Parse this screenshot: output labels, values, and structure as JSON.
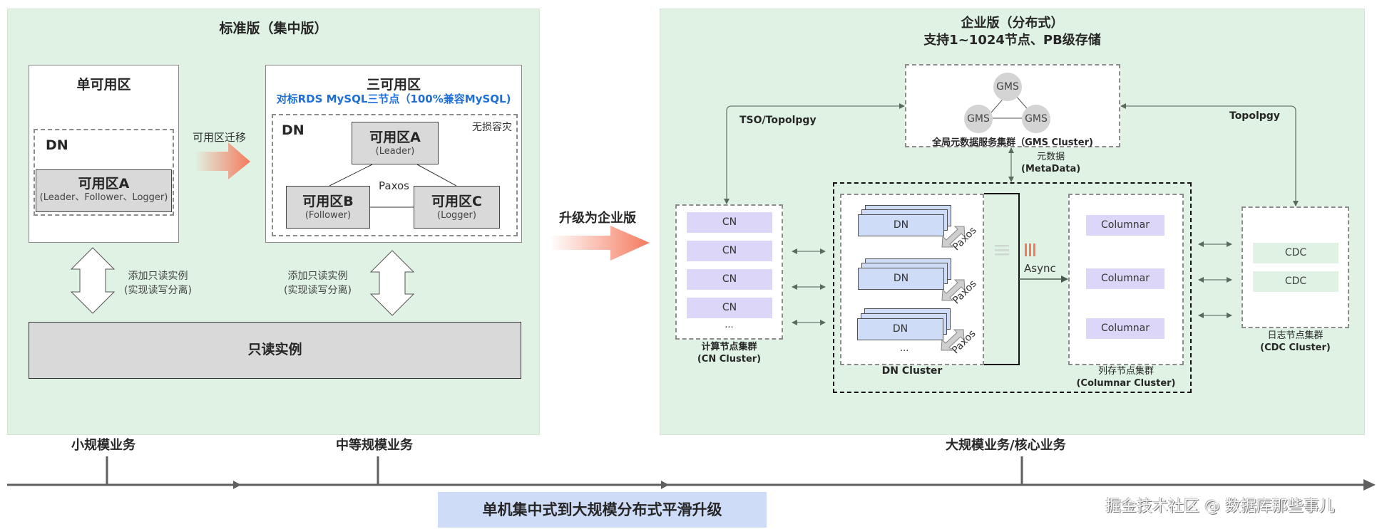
{
  "standard_edition": {
    "title": "标准版（集中版）",
    "single_az": {
      "title": "单可用区",
      "dn_label": "DN",
      "node": {
        "title": "可用区A",
        "roles": "(Leader、Follower、Logger)"
      }
    },
    "migration_label": "可用区迁移",
    "three_az": {
      "title": "三可用区",
      "subtitle": "对标RDS MySQL三节点（100%兼容MySQL)",
      "dn_label": "DN",
      "tag": "无损容灾",
      "protocol": "Paxos",
      "nodes": [
        {
          "title": "可用区A",
          "role": "(Leader)"
        },
        {
          "title": "可用区B",
          "role": "(Follower)"
        },
        {
          "title": "可用区C",
          "role": "(Logger)"
        }
      ]
    },
    "readonly_note_left": {
      "line1": "添加只读实例",
      "line2": "(实现读写分离)"
    },
    "readonly_note_right": {
      "line1": "添加只读实例",
      "line2": "(实现读写分离)"
    },
    "readonly_instance": "只读实例"
  },
  "upgrade_label": "升级为企业版",
  "enterprise_edition": {
    "title_line1": "企业版（分布式）",
    "title_line2": "支持1~1024节点、PB级存储",
    "gms": {
      "nodes": [
        "GMS",
        "GMS",
        "GMS"
      ],
      "caption": "全局元数据服务集群（GMS Cluster)"
    },
    "tso_label": "TSO/Topolpgy",
    "topology_label": "Topolpgy",
    "metadata_label_line1": "元数据",
    "metadata_label_line2": "(MetaData)",
    "cn_cluster": {
      "items": [
        "CN",
        "CN",
        "CN",
        "CN"
      ],
      "ellipsis": "...",
      "caption_line1": "计算节点集群",
      "caption_line2": "(CN Cluster)"
    },
    "dn_cluster": {
      "items": [
        "DN",
        "DN",
        "DN"
      ],
      "ellipsis": "...",
      "paxos": [
        "Paxos",
        "Paxos",
        "Paxos"
      ],
      "caption": "DN Cluster"
    },
    "async_label": "Async",
    "columnar_cluster": {
      "items": [
        "Columnar",
        "Columnar",
        "Columnar"
      ],
      "caption_line1": "列存节点集群",
      "caption_line2": "(Columnar Cluster)"
    },
    "cdc_cluster": {
      "items": [
        "CDC",
        "CDC"
      ],
      "caption_line1": "日志节点集群",
      "caption_line2": "(CDC Cluster)"
    }
  },
  "timeline": {
    "stages": [
      "小规模业务",
      "中等规模业务",
      "大规模业务/核心业务"
    ],
    "summary": "单机集中式到大规模分布式平滑升级"
  },
  "watermark": "掘金技术社区 @ 数据库那些事儿",
  "colors": {
    "panel_bg": "#dff2e3",
    "node_gray": "#d9d9d9",
    "cn_purple": "#dcd7f8",
    "dn_blue": "#cfdcf7",
    "subtitle_blue": "#1f6fd6",
    "upgrade_arrow": "#f47a5e",
    "summary_bg": "#cfdcf8"
  }
}
